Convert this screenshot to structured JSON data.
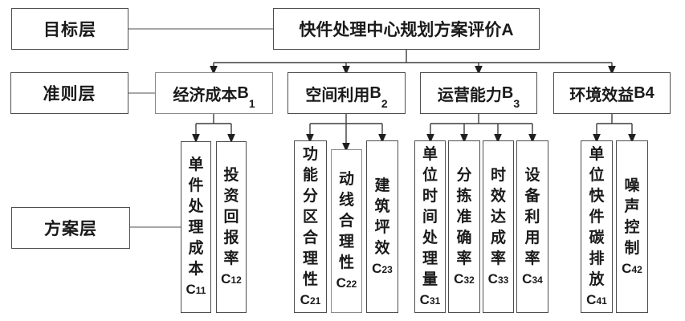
{
  "diagram": {
    "title_node": "快件处理中心规划方案评价A",
    "layers": {
      "goal": "目标层",
      "criteria": "准则层",
      "scheme": "方案层"
    },
    "groups": [
      {
        "criterion": {
          "name": "经济成本",
          "code": "B",
          "sub": "1",
          "sub_small": true
        },
        "indicators": [
          {
            "name": "单件处理成本",
            "code": "C",
            "sub": "11"
          },
          {
            "name": "投资回报率",
            "code": "C",
            "sub": "12"
          }
        ]
      },
      {
        "criterion": {
          "name": "空间利用",
          "code": "B",
          "sub": "2",
          "sub_small": true
        },
        "indicators": [
          {
            "name": "功能分区合理性",
            "code": "C",
            "sub": "21"
          },
          {
            "name": "动线合理性",
            "code": "C",
            "sub": "22"
          },
          {
            "name": "建筑坪效",
            "code": "C",
            "sub": "23"
          }
        ]
      },
      {
        "criterion": {
          "name": "运营能力",
          "code": "B",
          "sub": "3",
          "sub_small": true
        },
        "indicators": [
          {
            "name": "单位时间处理量",
            "code": "C",
            "sub": "31"
          },
          {
            "name": "分拣准确率",
            "code": "C",
            "sub": "32"
          },
          {
            "name": "时效达成率",
            "code": "C",
            "sub": "33"
          },
          {
            "name": "设备利用率",
            "code": "C",
            "sub": "34"
          }
        ]
      },
      {
        "criterion": {
          "name": "环境效益",
          "code": "B",
          "sub": "4",
          "sub_small": false
        },
        "indicators": [
          {
            "name": "单位快件碳排放",
            "code": "C",
            "sub": "41"
          },
          {
            "name": "噪声控制",
            "code": "C",
            "sub": "42"
          }
        ]
      }
    ],
    "colors": {
      "box_border": "#4d4d4d",
      "box_border_light": "#8a8a8a",
      "tree_line": "#3d3d3d",
      "label_link_line": "#8a8a8a",
      "arrowhead": "#1f1f1f",
      "text": "#1a1a1a",
      "background": "#ffffff"
    }
  }
}
